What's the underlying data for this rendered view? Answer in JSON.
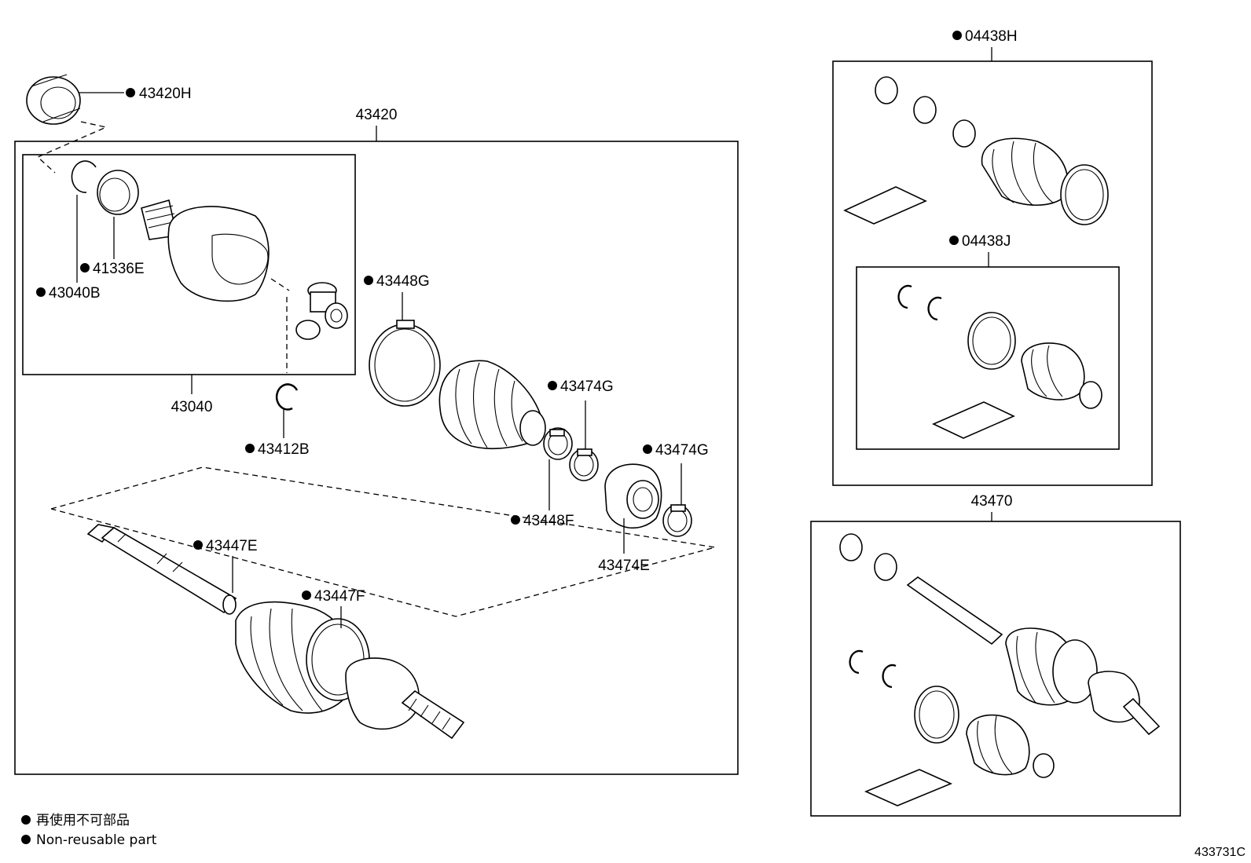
{
  "parts": {
    "p43420h": "43420H",
    "p43420": "43420",
    "p43040b": "43040B",
    "p41336e": "41336E",
    "p43040": "43040",
    "p43412b": "43412B",
    "p43448g": "43448G",
    "p43474g_a": "43474G",
    "p43474g_b": "43474G",
    "p43448f": "43448F",
    "p43474e": "43474E",
    "p43447e": "43447E",
    "p43447f": "43447F",
    "p04438h": "04438H",
    "p04438j": "04438J",
    "p43470": "43470"
  },
  "legend": {
    "line1": "再使用不可部品",
    "line2": "Non-reusable part"
  },
  "reference": "433731C"
}
